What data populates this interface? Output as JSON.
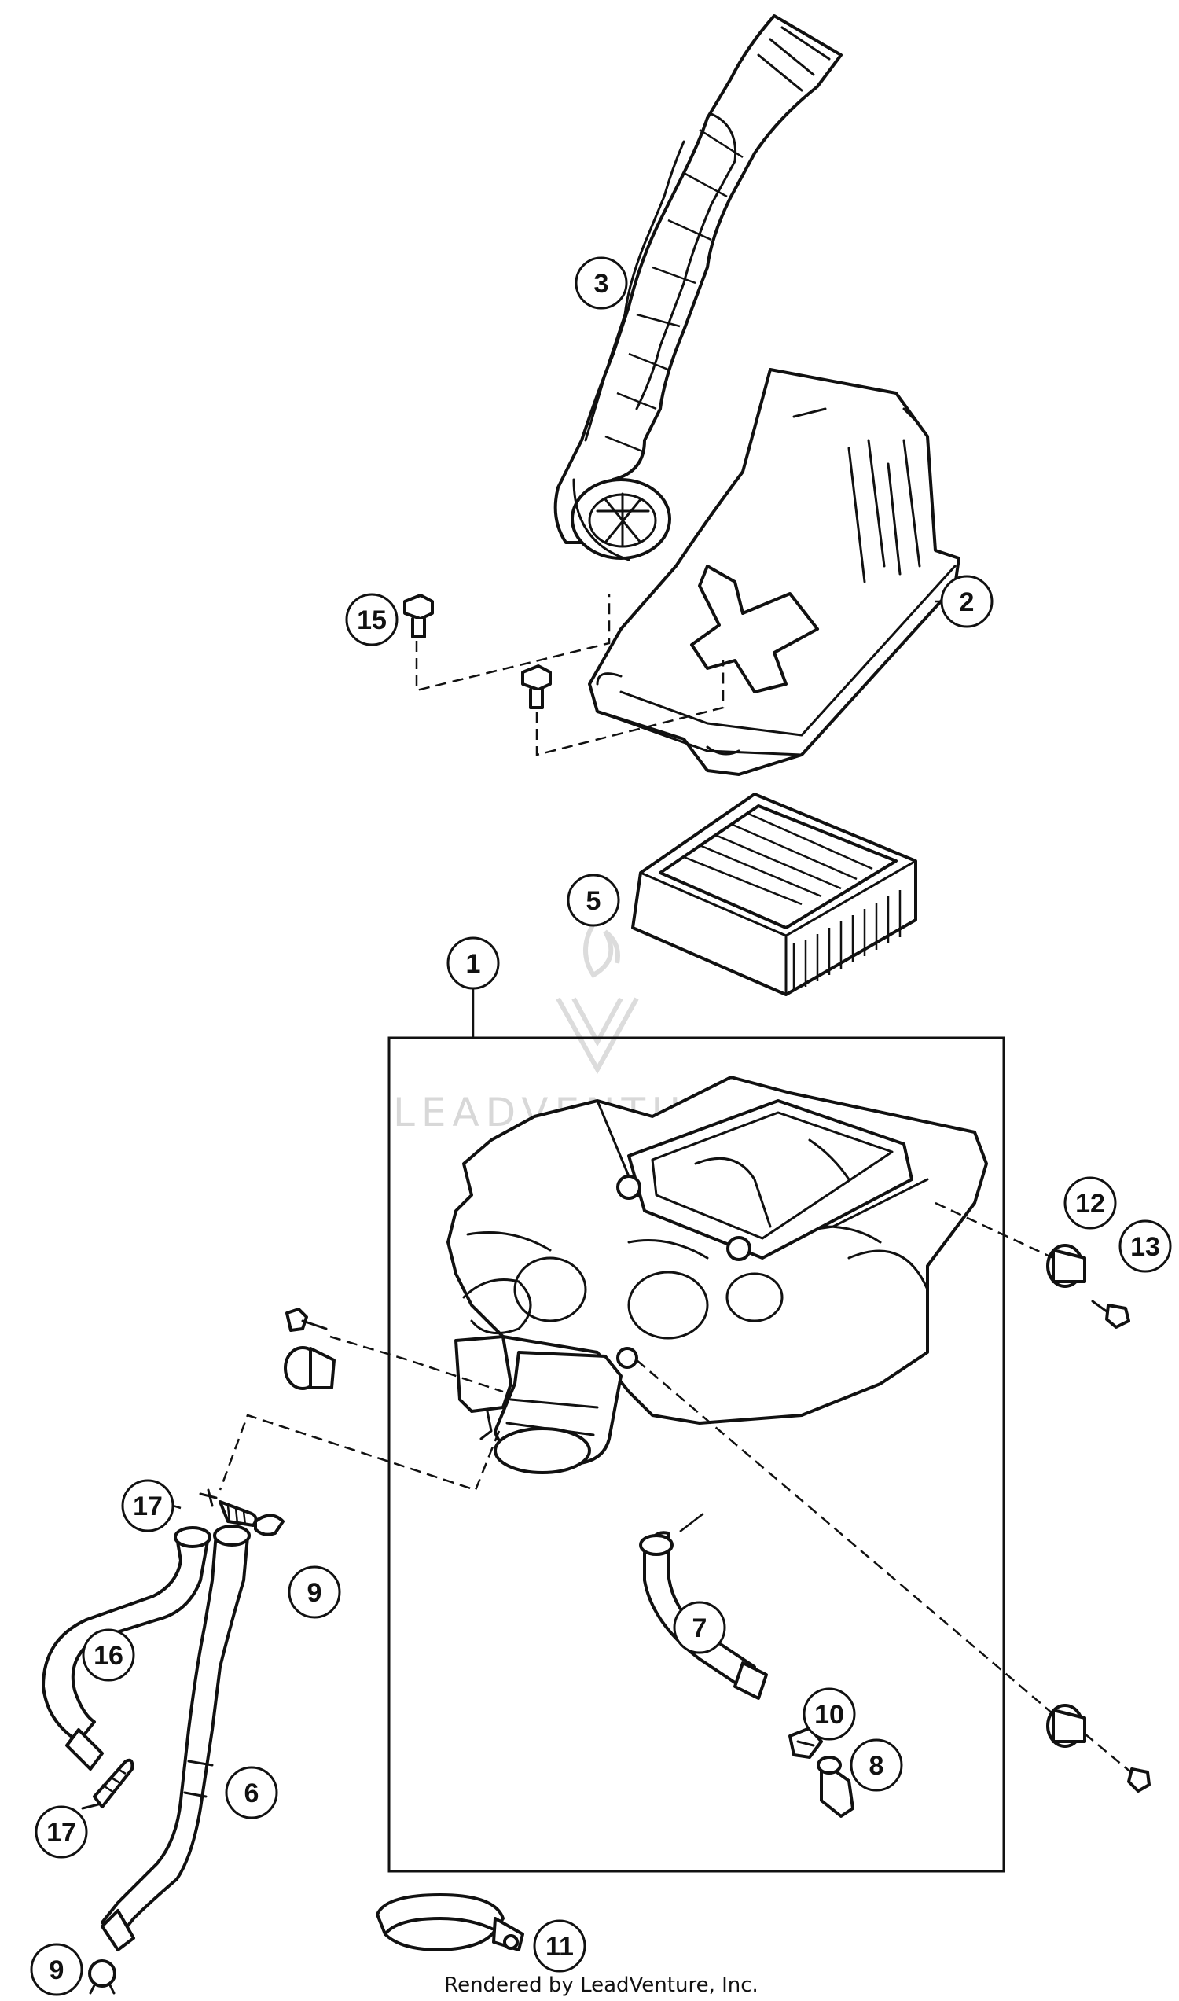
{
  "diagram": {
    "callouts": [
      {
        "id": "c1",
        "label": "1"
      },
      {
        "id": "c2",
        "label": "2"
      },
      {
        "id": "c3",
        "label": "3"
      },
      {
        "id": "c5",
        "label": "5"
      },
      {
        "id": "c6",
        "label": "6"
      },
      {
        "id": "c7",
        "label": "7"
      },
      {
        "id": "c8",
        "label": "8"
      },
      {
        "id": "c9a",
        "label": "9"
      },
      {
        "id": "c9b",
        "label": "9"
      },
      {
        "id": "c10",
        "label": "10"
      },
      {
        "id": "c11",
        "label": "11"
      },
      {
        "id": "c12",
        "label": "12"
      },
      {
        "id": "c13",
        "label": "13"
      },
      {
        "id": "c15",
        "label": "15"
      },
      {
        "id": "c16",
        "label": "16"
      },
      {
        "id": "c17a",
        "label": "17"
      },
      {
        "id": "c17b",
        "label": "17"
      }
    ],
    "watermark": "LEADVENTURE",
    "footer": "Rendered by LeadVenture, Inc."
  }
}
